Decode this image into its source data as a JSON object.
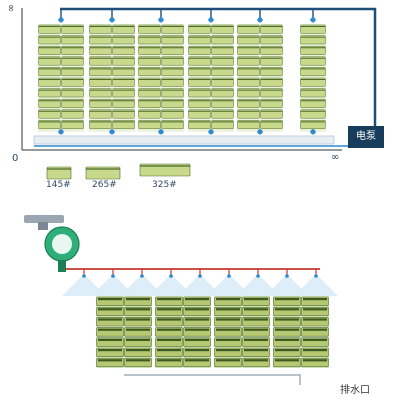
{
  "top_diagram": {
    "pump_label": "电泵",
    "origin_label": "0",
    "y_axis_end_label": "∞",
    "x_axis_end_label": "∞",
    "module_sizes": [
      "145#",
      "265#",
      "325#"
    ],
    "panel_columns": 6,
    "rows": 10,
    "drippers": 6
  },
  "bottom_diagram": {
    "drain_label": "排水口",
    "sprinkler_count": 9,
    "panel_groups": 4,
    "rows": 7
  },
  "colors": {
    "pocket_fill": "#c9d98c",
    "pocket_dark": "#4a6b2a",
    "pipe": "#1f4f78",
    "water": "#2f8ad1",
    "pump_box": "#183d5c",
    "spray": "#d9ecf7",
    "red_pipe": "#c0392b",
    "timer": "#2eaf7a"
  }
}
